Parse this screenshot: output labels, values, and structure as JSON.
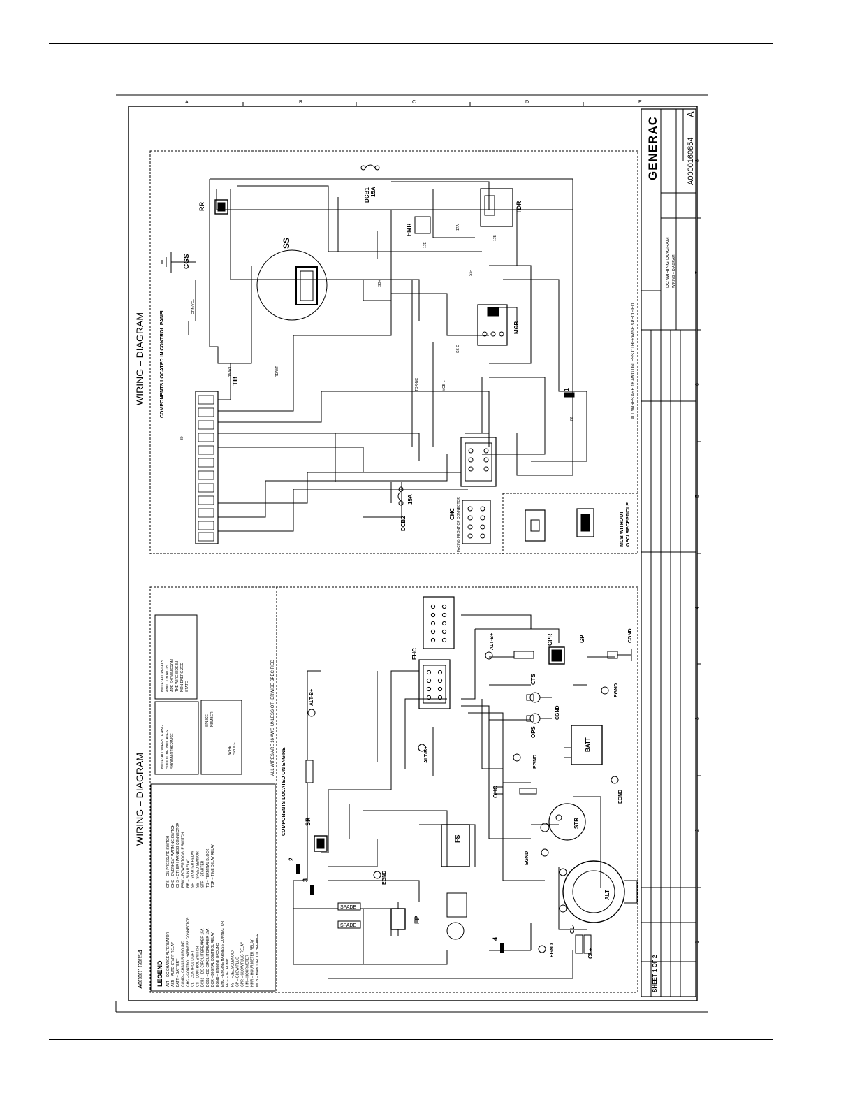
{
  "drawing": {
    "number": "A0000160854",
    "sheet": "SHEET 1 OF 2",
    "revision": "A",
    "brand": "GENERAC",
    "title_line1": "DC WIRING DIAGRAM",
    "title_line2": "WIRING – DIAGRAM",
    "zone_letters": [
      "A",
      "B",
      "C",
      "D",
      "E"
    ],
    "zone_numbers": [
      "8",
      "7",
      "6",
      "5",
      "4",
      "3",
      "2",
      "1"
    ]
  },
  "panel_upper": {
    "title": "WIRING – DIAGRAM",
    "subtitle": "COMPONENTS LOCATED IN CONTROL PANEL",
    "note": "ALL WIRES ARE 18 AWG UNLESS OTHERWISE SPECIFIED",
    "labels": {
      "tb": "TB",
      "cgs": "CGS",
      "ss": "SS",
      "rr": "RR",
      "dcb1": "DCB1",
      "dcb1_rating": "15A",
      "hmr": "HMR",
      "tdr": "TDR",
      "mcb": "MCB",
      "dcb2": "DCB2",
      "dcb2_rating": "15A",
      "chc": "CHC",
      "chc_note": "FACING FRONT OF CONNECTOR",
      "mcb_without": "MCB WITHOUT",
      "gfci": "GFCI RECEPTICLE",
      "splice1": "1"
    },
    "wires": [
      "GRN/YEL",
      "BK/WT",
      "RD/WT",
      "SS+",
      "SS-",
      "SS-C",
      "MCB-L",
      "TDR-NC",
      "17B",
      "17A",
      "17E",
      "86",
      "30"
    ]
  },
  "panel_lower": {
    "title": "WIRING – DIAGRAM",
    "subtitle": "COMPONENTS LOCATED ON ENGINE",
    "note": "ALL WIRES ARE 16 AWG UNLESS OTHERWISE SPECIFIED",
    "labels": {
      "sr": "SR",
      "fs": "FS",
      "fp": "FP",
      "ehc": "EHC",
      "alt_b1": "ALT-B+",
      "alt_b2": "ALT-B+",
      "alt_b3": "ALT-B+",
      "gpr": "GPR",
      "gp": "GP",
      "cgnd": "CGND",
      "cts": "CTS",
      "ops": "OPS",
      "cgnd2": "CGND",
      "batt": "BATT",
      "ohc": "OHC",
      "str": "STR",
      "alt": "ALT",
      "egnd1": "EGND",
      "egnd2": "EGND",
      "egnd3": "EGND",
      "egnd4": "EGND",
      "egnd5": "EGND",
      "egnd6": "EGND",
      "cl_minus": "CL-",
      "cl_plus": "CL+",
      "spade": "SPADE",
      "splice2": "2",
      "splice3": "3",
      "splice4": "4"
    },
    "note_box": [
      "NOTE: ALL RELAYS",
      "AND CONTACTS",
      "ARE SHOWN FROM",
      "THE WIRE SIDE IN",
      "NON-ENERGIZED",
      "STATE"
    ],
    "wire_note": [
      "NOTE: ALL WIRES 16 AWG",
      "SOLID LINE INDICATES",
      "SHOWN OTHERWISE"
    ],
    "splice_note": [
      "SPLICE",
      "NUMBER",
      "WIRE",
      "SPLICE"
    ]
  },
  "legend": {
    "title": "LEGEND",
    "left": [
      "ALT – DC CHARGE ALTERNATOR",
      "ASR – AUTO START RELAY",
      "BATT – BATTERY",
      "CGND – CHASSIS GROUND",
      "CHC – CONTROL HARNESS CONNECTOR",
      "CL – CONTROL LIGHT",
      "CS – CONTROL SWITCH",
      "DCB1 – DC CIRCUIT BREAKER 15A",
      "DCB2 – DC CIRCUIT BREAKER 15A",
      "DCR – DIGITAL CONTROL RELAY",
      "EGND – ENGINE GROUND",
      "EHC – ENGINE HARNESS CONNECTOR",
      "FP – FUEL PUMP",
      "FS – FUEL SOLENOID",
      "GP – GLOW PLUG",
      "GPR – GLOW PLUG RELAY",
      "HM – HOURMETER",
      "HMR – HOUR METER RELAY",
      "MCB – MAIN CIRCUIT BREAKER"
    ],
    "right": [
      "OPS – OIL PRESSURE SWITCH",
      "OHC – OVERHEAT WARNING SWITCH",
      "OHS – OTHER HARNESS CONNECTOR",
      "PSW – POWER TOGGLE SWITCH",
      "RR – RUN RELAY",
      "SR – STARTER RELAY",
      "SS – SPEED SENSOR",
      "STR – STARTER",
      "TB – TERMINAL BLOCK",
      "TDR – TIME DELAY RELAY"
    ]
  }
}
